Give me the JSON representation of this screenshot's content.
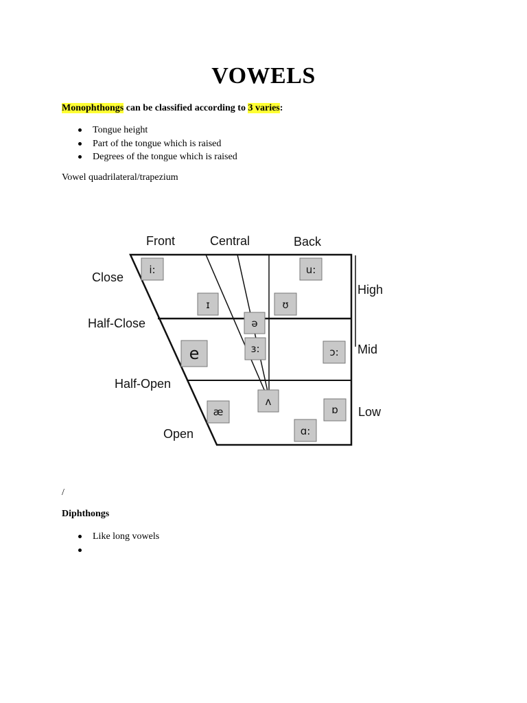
{
  "title": "VOWELS",
  "intro": {
    "term": "Monophthongs",
    "middle": " can be classified according to ",
    "count": "3 varies",
    "end": ":"
  },
  "classification_list": [
    "Tongue height",
    "Part of the tongue which is raised",
    "Degrees of the tongue which is raised"
  ],
  "caption": "Vowel quadrilateral/trapezium",
  "diagram": {
    "columns": [
      "Front",
      "Central",
      "Back"
    ],
    "rows_left": [
      "Close",
      "Half-Close",
      "Half-Open",
      "Open"
    ],
    "rows_right": [
      "High",
      "Mid",
      "Low"
    ],
    "symbols": {
      "i_long": "i:",
      "u_long": "u:",
      "small_i": "ɪ",
      "upsilon": "ʊ",
      "schwa": "ə",
      "er_long": "ɜ:",
      "e": "e",
      "o_long": "ɔ:",
      "wedge": "ʌ",
      "ae": "æ",
      "short_o": "ɒ",
      "a_long": "ɑ:"
    }
  },
  "slash": "/",
  "subhead": "Diphthongs",
  "diphthong_list": [
    "Like long vowels",
    ""
  ]
}
